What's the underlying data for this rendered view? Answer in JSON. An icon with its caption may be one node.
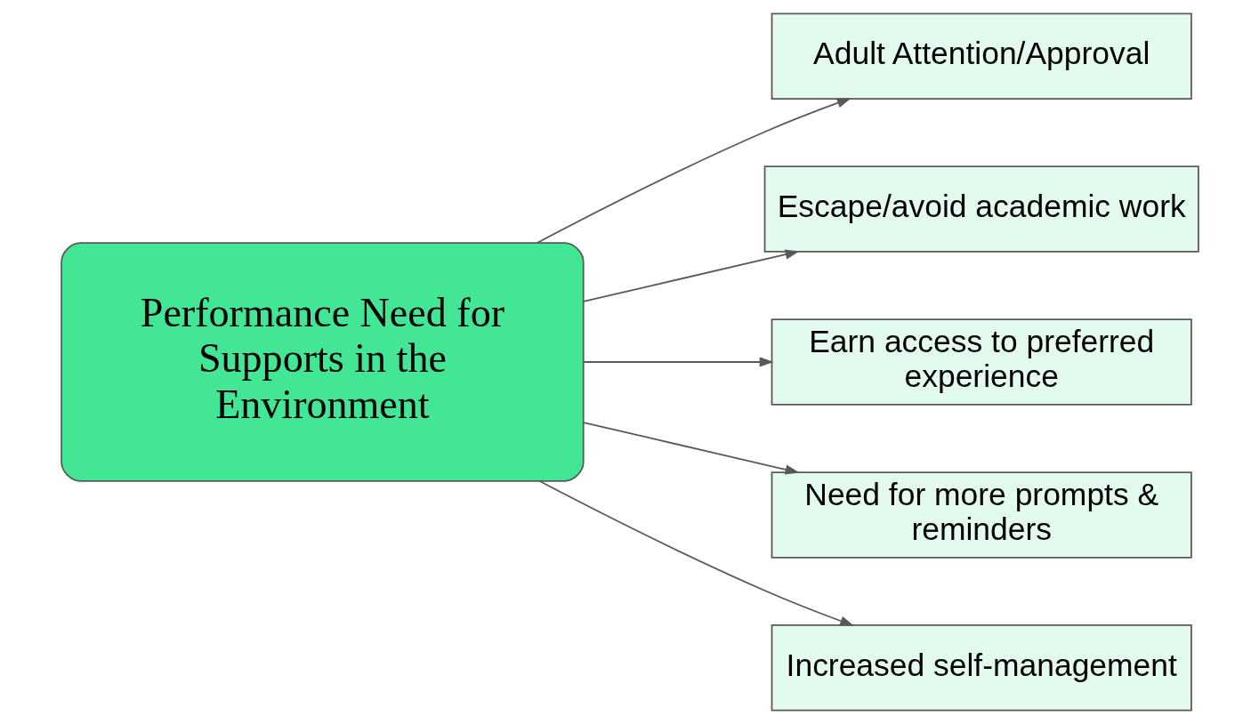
{
  "diagram": {
    "nodes": [
      {
        "text": [
          "Performance Need for Supports in the Environment"
        ]
      },
      {
        "text": [
          "Adult Attention/Approval"
        ]
      },
      {
        "text": [
          "Escape/avoid academic work"
        ]
      },
      {
        "text": [
          "Earn access to preferred experience"
        ]
      },
      {
        "text": [
          "Need for more prompts & reminders"
        ]
      },
      {
        "text": [
          "Increased self-management"
        ]
      }
    ],
    "edges": [
      {
        "from": 0,
        "to": 1,
        "arrow": "to"
      },
      {
        "from": 0,
        "to": 2,
        "arrow": "to"
      },
      {
        "from": 0,
        "to": 3,
        "arrow": "to"
      },
      {
        "from": 0,
        "to": 4,
        "arrow": "to"
      },
      {
        "from": 0,
        "to": 5,
        "arrow": "to"
      }
    ]
  }
}
